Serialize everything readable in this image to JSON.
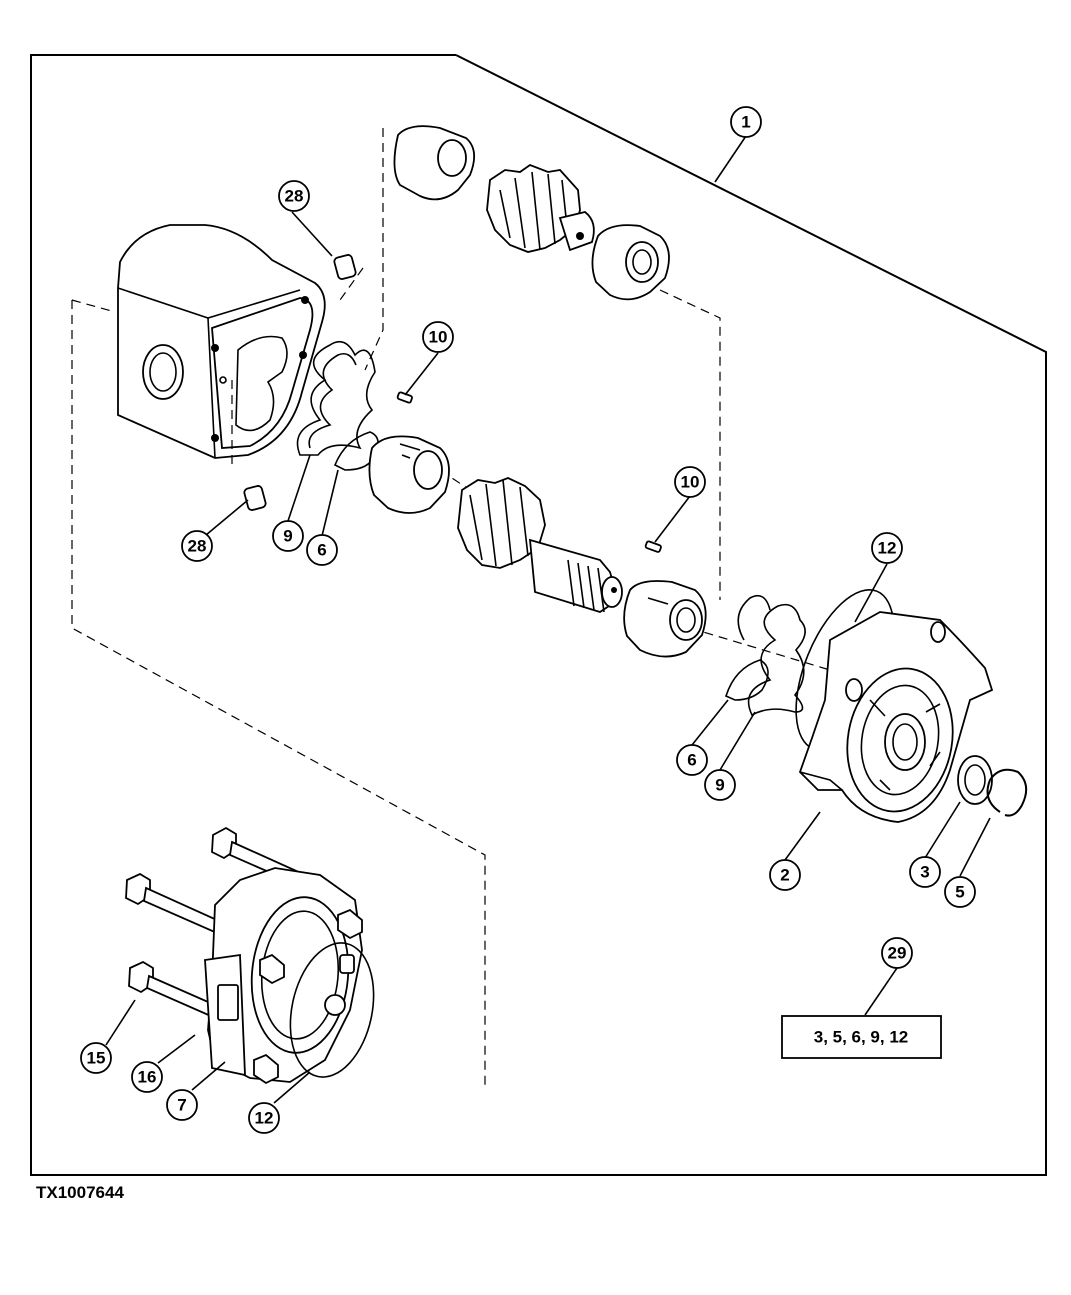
{
  "figure_id": "TX1007644",
  "callouts": [
    {
      "id": "c1",
      "label": "1"
    },
    {
      "id": "c2",
      "label": "2"
    },
    {
      "id": "c3",
      "label": "3"
    },
    {
      "id": "c5",
      "label": "5"
    },
    {
      "id": "c6a",
      "label": "6"
    },
    {
      "id": "c6b",
      "label": "6"
    },
    {
      "id": "c7",
      "label": "7"
    },
    {
      "id": "c9a",
      "label": "9"
    },
    {
      "id": "c9b",
      "label": "9"
    },
    {
      "id": "c10a",
      "label": "10"
    },
    {
      "id": "c10b",
      "label": "10"
    },
    {
      "id": "c12a",
      "label": "12"
    },
    {
      "id": "c12b",
      "label": "12"
    },
    {
      "id": "c15",
      "label": "15"
    },
    {
      "id": "c16",
      "label": "16"
    },
    {
      "id": "c28a",
      "label": "28"
    },
    {
      "id": "c28b",
      "label": "28"
    },
    {
      "id": "c29",
      "label": "29"
    }
  ],
  "kit_box": {
    "label": "3,  5, 6, 9, 12"
  }
}
